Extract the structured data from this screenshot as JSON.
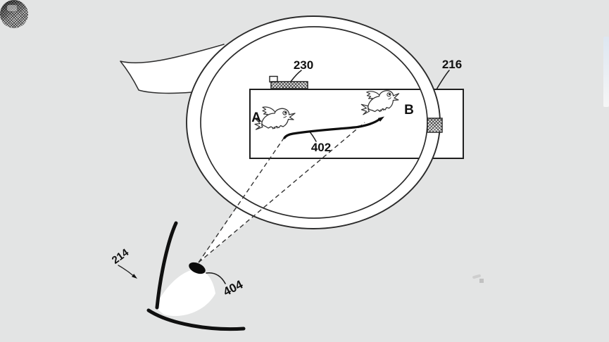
{
  "figure": {
    "type": "patent-diagram",
    "description": "Head-mounted display lens showing gaze tracking of displayed objects",
    "labels": {
      "display_attach": "230",
      "side_device": "216",
      "object_a": "A",
      "object_b": "B",
      "flight_path": "402",
      "eye": "404",
      "gaze": "214"
    },
    "icons": {
      "object_a": "bird-icon",
      "object_b": "bird-icon",
      "viewer": "eye-icon",
      "gaze_pointer": "arrow-icon",
      "path_end": "arrowhead-icon"
    },
    "colors": {
      "background": "#e3e4e4",
      "line": "#2b2b2b",
      "surface": "#ffffff",
      "hatch": "#555555",
      "pupil": "#0b0b0b"
    }
  }
}
